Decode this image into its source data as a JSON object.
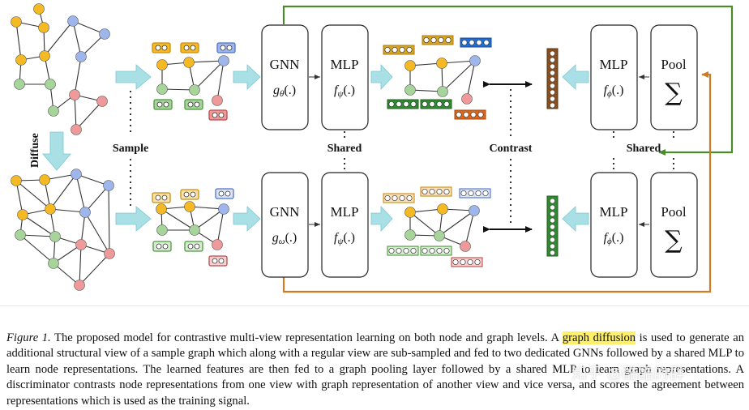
{
  "diagram": {
    "step_diffuse": "Diffuse",
    "step_sample": "Sample",
    "shared_left": "Shared",
    "shared_right": "Shared",
    "contrast": "Contrast",
    "gnn_top": {
      "title": "GNN",
      "fn": "g",
      "sub": "θ",
      "arg": "(.)"
    },
    "mlp_top": {
      "title": "MLP",
      "fn": "f",
      "sub": "ψ",
      "arg": "(.)"
    },
    "gnn_bottom": {
      "title": "GNN",
      "fn": "g",
      "sub": "ω",
      "arg": "(.)"
    },
    "mlp_bottom": {
      "title": "MLP",
      "fn": "f",
      "sub": "ψ",
      "arg": "(.)"
    },
    "mlp_graph_top": {
      "title": "MLP",
      "fn": "f",
      "sub": "ϕ",
      "arg": "(.)"
    },
    "mlp_graph_bottom": {
      "title": "MLP",
      "fn": "f",
      "sub": "ϕ",
      "arg": "(.)"
    },
    "pool_top": {
      "title": "Pool",
      "symbol": "∑"
    },
    "pool_bottom": {
      "title": "Pool",
      "symbol": "∑"
    },
    "colors": {
      "yellow": "#f5b923",
      "blue": "#9fb6ec",
      "green": "#a6d49a",
      "red": "#ee9a9a",
      "arrow_fill": "#a9e0e6",
      "loop_green": "#4b8b2b",
      "loop_orange": "#cf7d24",
      "vec_brown": "#8a4f1d",
      "vec_green": "#2e8b2e"
    }
  },
  "caption": {
    "label": "Figure 1.",
    "before": " The proposed model for contrastive multi-view representation learning on both node and graph levels. A ",
    "highlight": "graph diffusion",
    "after": " is used to generate an additional structural view of a sample graph which along with a regular view are sub-sampled and fed to two dedicated GNNs followed by a shared MLP to learn node representations. The learned features are then fed to a graph pooling layer followed by a shared MLP to learn graph representations. A discriminator contrasts node representations from one view with graph representation of another view and vice versa, and scores the agreement between representations which is used as the training signal."
  },
  "watermark": "知乎 @酷酷的群"
}
